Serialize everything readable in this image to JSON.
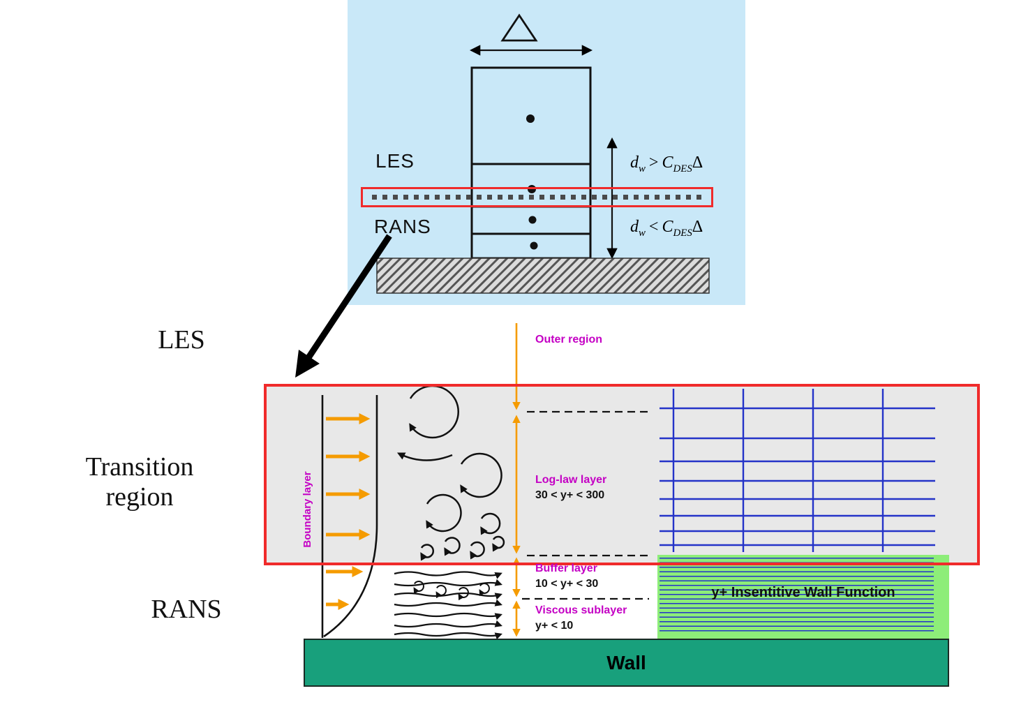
{
  "top_panel": {
    "les_label": "LES",
    "rans_label": "RANS",
    "math_above": {
      "v": "d",
      "vs": "w",
      "rel": ">",
      "c": "C",
      "cs": "DES",
      "d": "Δ"
    },
    "math_below": {
      "v": "d",
      "vs": "w",
      "rel": "<",
      "c": "C",
      "cs": "DES",
      "d": "Δ"
    }
  },
  "icons": {
    "delta_triangle_icon": "△",
    "zoom_annotation_arrow": "↙"
  },
  "side_labels": {
    "les": "LES",
    "transition_line1": "Transition",
    "transition_line2": "region",
    "rans": "RANS"
  },
  "boundary": {
    "outer_region": "Outer region",
    "log_law_name": "Log-law layer",
    "log_law_range": "30 < y+ < 300",
    "buffer_name": "Buffer layer",
    "buffer_range": "10 < y+ < 30",
    "viscous_name": "Viscous sublayer",
    "viscous_range": "y+ < 10",
    "boundary_layer_label": "Boundary layer"
  },
  "wall_region": {
    "wall_function_label": "y+ Insentitive Wall Function",
    "wall_label": "Wall"
  },
  "colors": {
    "panel_blue": "#c9e8f8",
    "highlight_red": "#f02b2b",
    "arrow_orange": "#f59b00",
    "label_magenta": "#c400c4",
    "grid_blue": "#2433c8",
    "transition_gray": "#e8e8e8",
    "wall_teal": "#18a07c",
    "wall_function_green": "#8ded79"
  }
}
